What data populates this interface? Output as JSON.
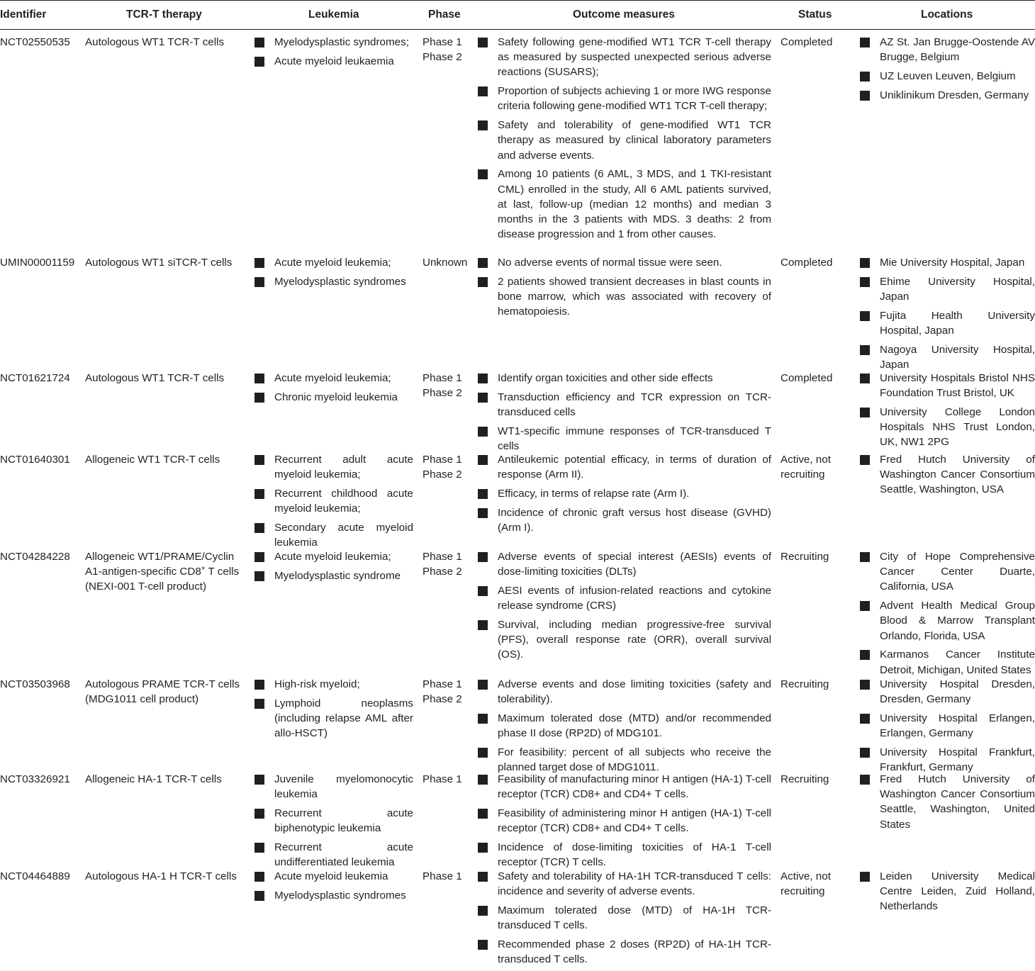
{
  "headers": {
    "identifier": "Identifier",
    "therapy": "TCR-T therapy",
    "leukemia": "Leukemia",
    "phase": "Phase",
    "outcomes": "Outcome measures",
    "status": "Status",
    "locations": "Locations"
  },
  "rows": [
    {
      "identifier": "NCT02550535",
      "therapy": [
        "Autologous WT1 TCR-T cells"
      ],
      "leukemia": [
        "Myelodysplastic syndromes;",
        "Acute myeloid leukaemia"
      ],
      "phase": [
        "Phase 1",
        "Phase 2"
      ],
      "outcomes": [
        "Safety following gene-modified WT1 TCR T-cell therapy as measured by suspected unexpected serious adverse reactions (SUSARS);",
        "Proportion of subjects achieving 1 or more IWG response criteria following gene-modified WT1 TCR T-cell therapy;",
        "Safety and tolerability of gene-modified WT1 TCR therapy as measured by clinical laboratory parameters and adverse events.",
        "Among 10 patients (6 AML, 3 MDS, and 1 TKI-resistant CML) enrolled in the study, All 6 AML patients survived, at last, follow-up (median 12 months) and median 3 months in the 3 patients with MDS. 3 deaths: 2 from disease progression and 1 from other causes."
      ],
      "status": [
        "Completed"
      ],
      "locations": [
        "AZ St. Jan Brugge-Oostende AV Brugge, Belgium",
        "UZ Leuven Leuven, Belgium",
        "Uniklinikum Dresden, Germany"
      ]
    },
    {
      "identifier": "UMIN00001159",
      "therapy": [
        "Autologous WT1 siTCR-T cells"
      ],
      "leukemia": [
        "Acute myeloid leukemia;",
        "Myelodysplastic syndromes"
      ],
      "phase": [
        "Unknown"
      ],
      "outcomes": [
        "No adverse events of normal tissue were seen.",
        "2 patients showed transient decreases in blast counts in bone marrow, which was associated with recovery of hematopoiesis."
      ],
      "status": [
        "Completed"
      ],
      "locations": [
        "Mie University Hospital, Japan",
        "Ehime University Hospital, Japan",
        "Fujita Health University Hospital, Japan",
        "Nagoya University Hospital, Japan"
      ]
    },
    {
      "identifier": "NCT01621724",
      "therapy": [
        "Autologous WT1 TCR-T cells"
      ],
      "leukemia": [
        "Acute myeloid leukemia;",
        "Chronic myeloid leukemia"
      ],
      "phase": [
        "Phase 1",
        "Phase 2"
      ],
      "outcomes": [
        "Identify organ toxicities and other side effects",
        "Transduction efficiency and TCR expression on TCR-transduced cells",
        "WT1-specific immune responses of TCR-transduced T cells"
      ],
      "status": [
        "Completed"
      ],
      "locations": [
        "University Hospitals Bristol NHS Foundation Trust Bristol, UK",
        "University College London Hospitals NHS Trust London, UK, NW1 2PG"
      ]
    },
    {
      "identifier": "NCT01640301",
      "therapy": [
        "Allogeneic WT1 TCR-T cells"
      ],
      "leukemia": [
        "Recurrent adult acute myeloid leukemia;",
        "Recurrent childhood acute myeloid leukemia;",
        "Secondary acute myeloid leukemia"
      ],
      "phase": [
        "Phase 1",
        "Phase 2"
      ],
      "outcomes": [
        "Antileukemic potential efficacy, in terms of duration of response (Arm II).",
        "Efficacy, in terms of relapse rate (Arm I).",
        "Incidence of chronic graft versus host disease (GVHD) (Arm I)."
      ],
      "status": [
        "Active, not",
        "recruiting"
      ],
      "locations": [
        "Fred Hutch University of Washington Cancer Consortium Seattle, Washington, USA"
      ]
    },
    {
      "identifier": "NCT04284228",
      "therapy": [
        "Allogeneic WT1/PRAME/Cyclin",
        "A1-antigen-specific CD8",
        "(NEXI-001 T-cell product)"
      ],
      "therapy_sup": "+",
      "therapy_line2_tail": " T cells",
      "leukemia": [
        "Acute myeloid leukemia;",
        "Myelodysplastic syndrome"
      ],
      "phase": [
        "Phase 1",
        "Phase 2"
      ],
      "outcomes": [
        "Adverse events of special interest (AESIs) events of dose-limiting toxicities (DLTs)",
        "AESI events of infusion-related reactions and cytokine release syndrome (CRS)",
        "Survival, including median progressive-free survival (PFS), overall response rate (ORR), overall survival (OS)."
      ],
      "status": [
        "Recruiting"
      ],
      "locations": [
        "City of Hope Comprehensive Cancer Center Duarte, California, USA",
        "Advent Health Medical Group Blood & Marrow Transplant Orlando, Florida, USA",
        "Karmanos Cancer Institute Detroit, Michigan, United States"
      ]
    },
    {
      "identifier": "NCT03503968",
      "therapy": [
        "Autologous PRAME TCR-T cells",
        "(MDG1011 cell product)"
      ],
      "leukemia": [
        "High-risk myeloid;",
        "Lymphoid neoplasms (including relapse AML after allo-HSCT)"
      ],
      "phase": [
        "Phase 1",
        "Phase 2"
      ],
      "outcomes": [
        "Adverse events and dose limiting toxicities (safety and tolerability).",
        "Maximum tolerated dose (MTD) and/or recommended phase II dose (RP2D) of MDG101.",
        "For feasibility: percent of all subjects who receive the planned target dose of MDG1011."
      ],
      "status": [
        "Recruiting"
      ],
      "locations": [
        "University Hospital Dresden, Dresden, Germany",
        "University Hospital Erlangen, Erlangen, Germany",
        "University Hospital Frankfurt, Frankfurt, Germany"
      ]
    },
    {
      "identifier": "NCT03326921",
      "therapy": [
        "Allogeneic HA-1 TCR-T cells"
      ],
      "leukemia": [
        "Juvenile myelomonocytic leukemia",
        "Recurrent acute biphenotypic leukemia",
        "Recurrent acute undifferentiated leukemia"
      ],
      "phase": [
        "Phase 1"
      ],
      "outcomes": [
        "Feasibility of manufacturing minor H antigen (HA-1) T-cell receptor (TCR) CD8+ and CD4+ T cells.",
        "Feasibility of administering minor H antigen (HA-1) T-cell receptor (TCR) CD8+ and CD4+ T cells.",
        "Incidence of dose-limiting toxicities of HA-1 T-cell receptor (TCR) T cells."
      ],
      "status": [
        "Recruiting"
      ],
      "locations": [
        "Fred Hutch University of Washington Cancer Consortium Seattle, Washington, United States"
      ]
    },
    {
      "identifier": "NCT04464889",
      "therapy": [
        "Autologous HA-1 H TCR-T cells"
      ],
      "leukemia": [
        "Acute myeloid leukemia",
        "Myelodysplastic syndromes"
      ],
      "phase": [
        "Phase 1"
      ],
      "outcomes": [
        "Safety and tolerability of HA-1H TCR-transduced T cells: incidence and severity of adverse events.",
        "Maximum tolerated dose (MTD) of HA-1H TCR-transduced T cells.",
        "Recommended phase 2 doses (RP2D) of HA-1H TCR-transduced T cells."
      ],
      "status": [
        "Active, not",
        "recruiting"
      ],
      "locations": [
        "Leiden University Medical Centre Leiden, Zuid Holland, Netherlands"
      ]
    }
  ]
}
